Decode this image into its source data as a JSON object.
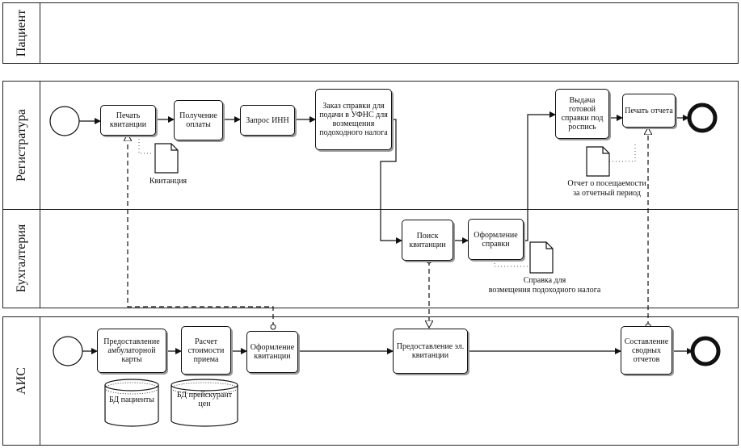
{
  "pools": {
    "patient": {
      "title": "Пациент"
    },
    "clinic": {
      "lanes": [
        {
          "title": "Регистратура"
        },
        {
          "title": "Бухгалтерия"
        }
      ]
    },
    "ais": {
      "title": "АИС"
    }
  },
  "tasks": {
    "print_receipt": "Печать квитанции",
    "receive_payment": "Получение оплаты",
    "inn_request": "Запрос ИНН",
    "order_certificate": "Заказ справки для подачи в УФНС для возмещения подоходного налога",
    "issue_certificate": "Выдача готовой справки под роспись",
    "print_report": "Печать отчета",
    "search_receipt": "Поиск квитанции",
    "make_certificate": "Оформление справки",
    "provide_card": "Предоставление амбулаторной карты",
    "calc_cost": "Расчет стоимости приема",
    "make_receipt": "Оформление квитанции",
    "provide_e_receipt": "Предоставление эл. квитанции",
    "compose_reports": "Составление сводных отчетов"
  },
  "documents": {
    "receipt": "Квитанция",
    "attendance_report_line1": "Отчет о посещаемости",
    "attendance_report_line2": "за отчетный период",
    "tax_cert_line1": "Справка для",
    "tax_cert_line2": "возмещения подоходного налога"
  },
  "databases": {
    "patients": "БД пациенты",
    "price_list": "БД прейскурант цен"
  }
}
